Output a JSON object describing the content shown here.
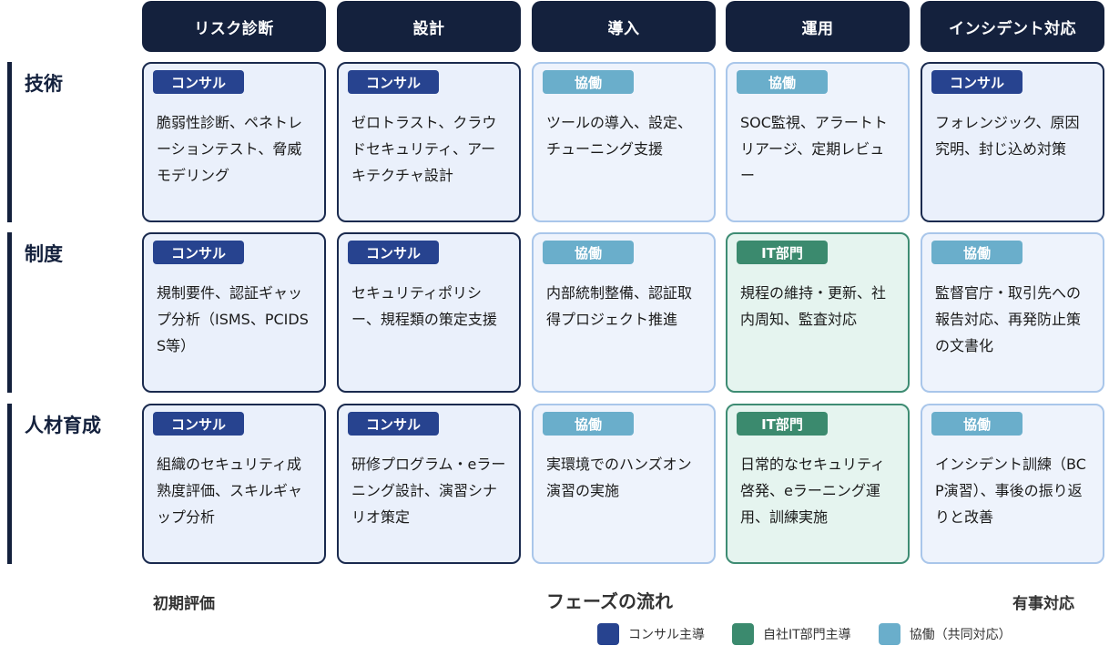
{
  "phases": [
    {
      "label": "リスク診断"
    },
    {
      "label": "設計"
    },
    {
      "label": "導入"
    },
    {
      "label": "運用"
    },
    {
      "label": "インシデント対応"
    }
  ],
  "rows": [
    {
      "label": "技術",
      "cells": [
        {
          "badge": "コンサル",
          "kind": "consult",
          "text": "脆弱性診断、ペネトレーションテスト、脅威モデリング"
        },
        {
          "badge": "コンサル",
          "kind": "consult",
          "text": "ゼロトラスト、クラウドセキュリティ、アーキテクチャ設計"
        },
        {
          "badge": "協働",
          "kind": "collab",
          "text": "ツールの導入、設定、チューニング支援"
        },
        {
          "badge": "協働",
          "kind": "collab",
          "text": "SOC監視、アラートトリアージ、定期レビュー"
        },
        {
          "badge": "コンサル",
          "kind": "consult",
          "text": "フォレンジック、原因究明、封じ込め対策"
        }
      ]
    },
    {
      "label": "制度",
      "cells": [
        {
          "badge": "コンサル",
          "kind": "consult",
          "text": "規制要件、認証ギャップ分析（ISMS、PCIDSS等）"
        },
        {
          "badge": "コンサル",
          "kind": "consult",
          "text": "セキュリティポリシー、規程類の策定支援"
        },
        {
          "badge": "協働",
          "kind": "collab",
          "text": "内部統制整備、認証取得プロジェクト推進"
        },
        {
          "badge": "IT部門",
          "kind": "it",
          "text": "規程の維持・更新、社内周知、監査対応"
        },
        {
          "badge": "協働",
          "kind": "collab",
          "text": "監督官庁・取引先への報告対応、再発防止策の文書化"
        }
      ]
    },
    {
      "label": "人材育成",
      "cells": [
        {
          "badge": "コンサル",
          "kind": "consult",
          "text": "組織のセキュリティ成熟度評価、スキルギャップ分析"
        },
        {
          "badge": "コンサル",
          "kind": "consult",
          "text": "研修プログラム・eラーニング設計、演習シナリオ策定"
        },
        {
          "badge": "協働",
          "kind": "collab",
          "text": "実環境でのハンズオン演習の実施"
        },
        {
          "badge": "IT部門",
          "kind": "it",
          "text": "日常的なセキュリティ啓発、eラーニング運用、訓練実施"
        },
        {
          "badge": "協働",
          "kind": "collab",
          "text": "インシデント訓練（BCP演習）、事後の振り返りと改善"
        }
      ]
    }
  ],
  "flow": {
    "start": "初期評価",
    "title": "フェーズの流れ",
    "end": "有事対応"
  },
  "legend": [
    {
      "label": "コンサル主導",
      "color": "#27438f"
    },
    {
      "label": "自社IT部門主導",
      "color": "#3b8a6e"
    },
    {
      "label": "協働（共同対応）",
      "color": "#6aaecb"
    }
  ]
}
